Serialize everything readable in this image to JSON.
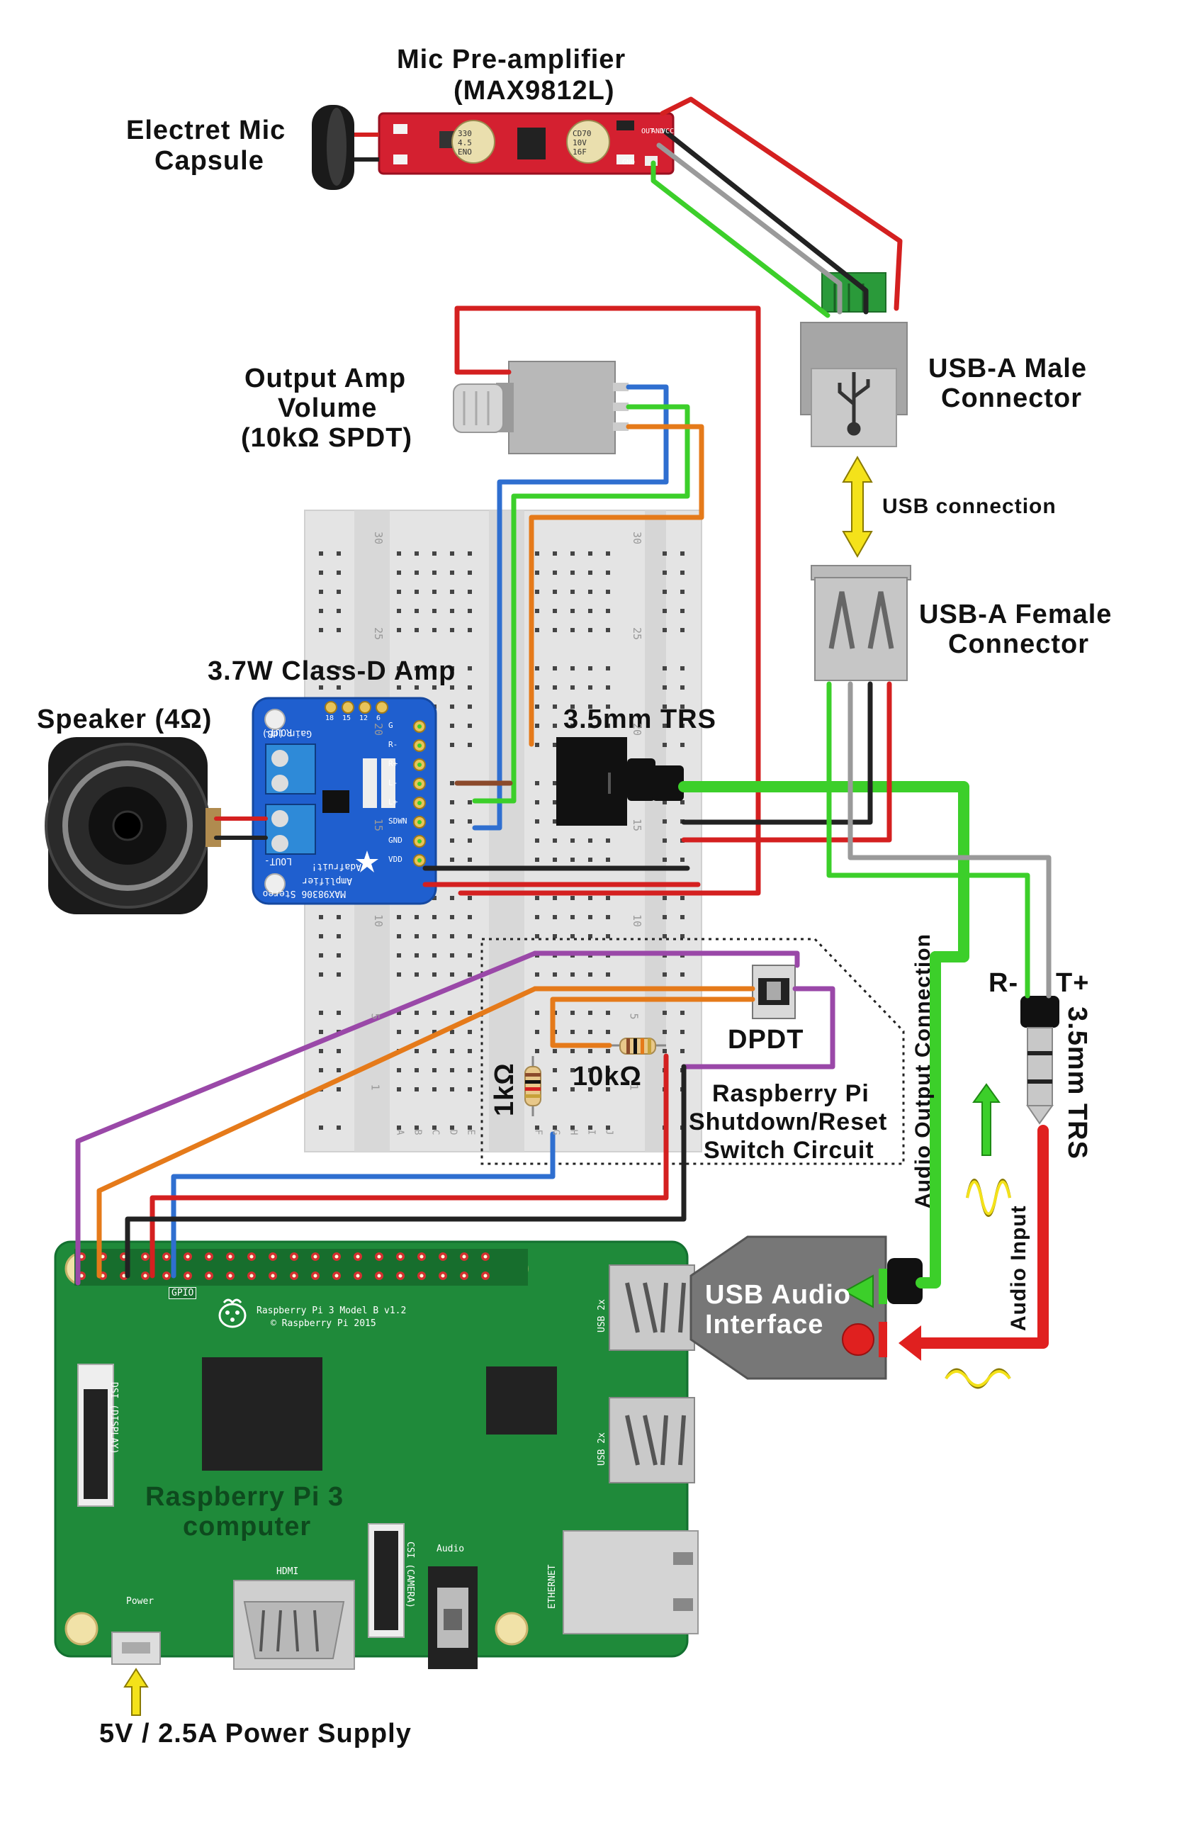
{
  "labels": {
    "mic_preamp": "Mic Pre-amplifier",
    "mic_preamp_part": "(MAX9812L)",
    "electret_mic_l1": "Electret Mic",
    "electret_mic_l2": "Capsule",
    "volume_l1": "Output Amp",
    "volume_l2": "Volume",
    "volume_l3": "(10kΩ SPDT)",
    "usb_male_l1": "USB-A Male",
    "usb_male_l2": "Connector",
    "usb_connection": "USB connection",
    "usb_female_l1": "USB-A Female",
    "usb_female_l2": "Connector",
    "class_d_amp": "3.7W Class-D Amp",
    "speaker": "Speaker (4Ω)",
    "trs_breadboard": "3.5mm TRS",
    "dpdt": "DPDT",
    "r_10k": "10kΩ",
    "r_1k": "1kΩ",
    "switch_circuit_l1": "Raspberry Pi",
    "switch_circuit_l2": "Shutdown/Reset",
    "switch_circuit_l3": "Switch Circuit",
    "audio_output_connection": "Audio Output Connection",
    "trs_plug": "3.5mm TRS",
    "r_minus": "R-",
    "t_plus": "T+",
    "audio_input": "Audio Input",
    "usb_audio_l1": "USB Audio",
    "usb_audio_l2": "Interface",
    "rpi_l1": "Raspberry Pi 3",
    "rpi_l2": "computer",
    "power_supply": "5V / 2.5A Power Supply"
  },
  "board_print": {
    "rpi_model": "Raspberry Pi 3 Model B v1.2",
    "rpi_copyright": "© Raspberry Pi 2015",
    "gpio": "GPIO",
    "usb_2x": "USB 2x",
    "dsi": "DSI (DISPLAY)",
    "csi": "CSI (CAMERA)",
    "hdmi": "HDMI",
    "audio": "Audio",
    "power": "Power",
    "ethernet": "ETHERNET",
    "amp_name": "MAX98306 Stereo",
    "amp_name2": "Amplifier",
    "amp_brand": "Adafruit!",
    "amp_gain": "Gain (dB)",
    "amp_pins": [
      "G",
      "R-",
      "R+",
      "L-",
      "L+",
      "SDWN",
      "GND",
      "VDD"
    ],
    "amp_gain_vals": [
      "18",
      "15",
      "12",
      "6"
    ],
    "amp_rout": "ROUT-",
    "amp_lout": "LOUT-",
    "preamp_pins": [
      "GND",
      "OUT",
      "AND",
      "VCC"
    ],
    "cap1": "330 4.5 ENO",
    "cap2": "CD70 10V 16F",
    "bb_numbers": [
      "30",
      "25",
      "20",
      "15",
      "10",
      "5",
      "1"
    ],
    "bb_letters": [
      "A",
      "B",
      "C",
      "D",
      "E",
      "F",
      "G",
      "H",
      "I",
      "J"
    ]
  },
  "colors": {
    "wire_red": "#d42020",
    "wire_black": "#222222",
    "wire_green": "#3ccf2a",
    "wire_grey": "#9a9a9a",
    "wire_blue": "#2f6fd0",
    "wire_orange": "#e57a1a",
    "wire_purple": "#9a48a8",
    "wire_brown": "#8b4a2b",
    "rpi_green": "#1f8a3a",
    "amp_blue": "#1f5fcf",
    "preamp_red": "#d42030",
    "arrow_yellow": "#f4e21a",
    "breadboard": "#e6e6e6"
  },
  "icons": [
    "usb-icon",
    "raspberry-logo-icon",
    "adafruit-star-icon",
    "sine-wave-icon",
    "arrow-up-icon",
    "arrow-left-icon",
    "double-arrow-icon"
  ]
}
